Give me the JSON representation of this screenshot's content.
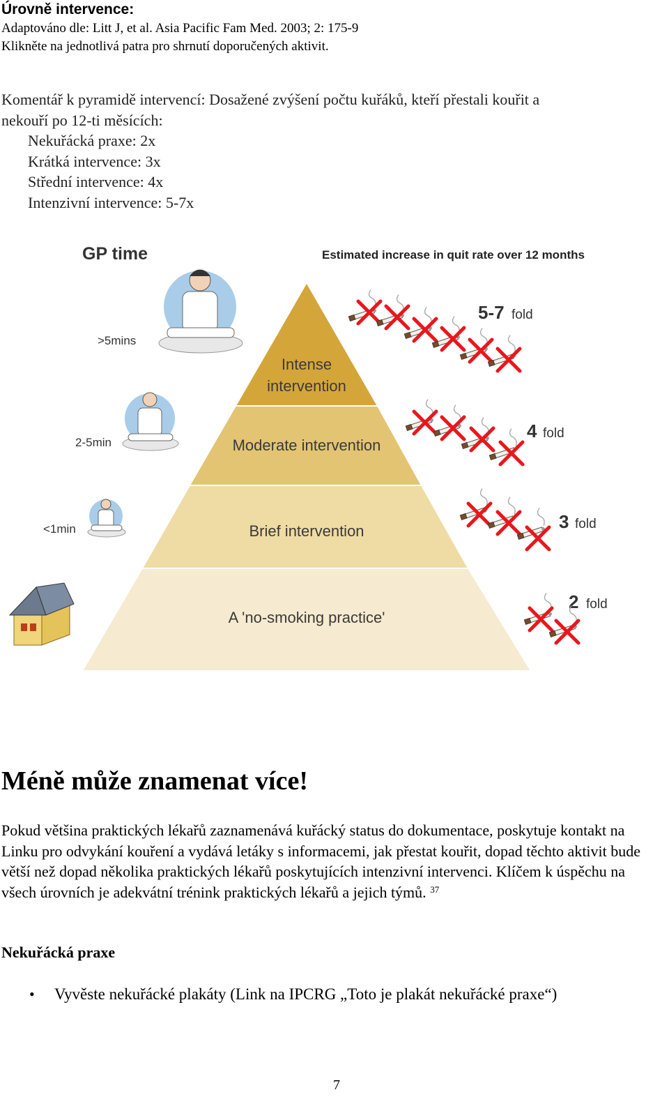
{
  "header": {
    "title": "Úrovně intervence:",
    "source": "Adaptováno dle: Litt J, et al. Asia Pacific Fam Med. 2003; 2: 175-9",
    "instruction": "Klikněte na jednotlivá patra pro shrnutí doporučených aktivit."
  },
  "commentary": {
    "intro_line1": "Komentář k pyramidě intervencí: Dosažené zvýšení počtu kuřáků, kteří přestali kouřit a",
    "intro_line2": "nekouří po 12-ti měsících:",
    "items": [
      "Nekuřácká praxe: 2x",
      "Krátká intervence: 3x",
      "Střední intervence: 4x",
      "Intenzivní intervence: 5-7x"
    ]
  },
  "pyramid": {
    "gp_time_label": "GP time",
    "estimated_label": "Estimated increase in quit rate over 12 months",
    "levels": [
      {
        "line1": "Intense",
        "line2": "intervention",
        "time": ">5mins",
        "fold_num": "5-7",
        "fold_word": "fold",
        "color": "#d4a63a"
      },
      {
        "line1": "Moderate intervention",
        "time": "2-5min",
        "fold_num": "4",
        "fold_word": "fold",
        "color": "#e2c473"
      },
      {
        "line1": "Brief intervention",
        "time": "<1min",
        "fold_num": "3",
        "fold_word": "fold",
        "color": "#efdca4"
      },
      {
        "line1": "A 'no-smoking practice'",
        "fold_num": "2",
        "fold_word": "fold",
        "color": "#f6ead0"
      }
    ]
  },
  "section": {
    "heading": "Méně může znamenat více!",
    "paragraph": "Pokud většina praktických lékařů zaznamenává kuřácký status do dokumentace, poskytuje kontakt na Linku pro odvykání kouření a vydává letáky s informacemi, jak přestat kouřit, dopad těchto aktivit bude větší než dopad několika praktických lékařů poskytujících intenzivní intervenci. Klíčem k úspěchu na všech úrovních je adekvátní trénink praktických lékařů a jejich týmů.",
    "footnote": "37",
    "subheading": "Nekuřácká praxe",
    "bullet_symbol": "•",
    "bullets": [
      "Vyvěste nekuřácké plakáty (Link na IPCRG „Toto je plakát nekuřácké praxe“)"
    ]
  },
  "page_number": "7"
}
